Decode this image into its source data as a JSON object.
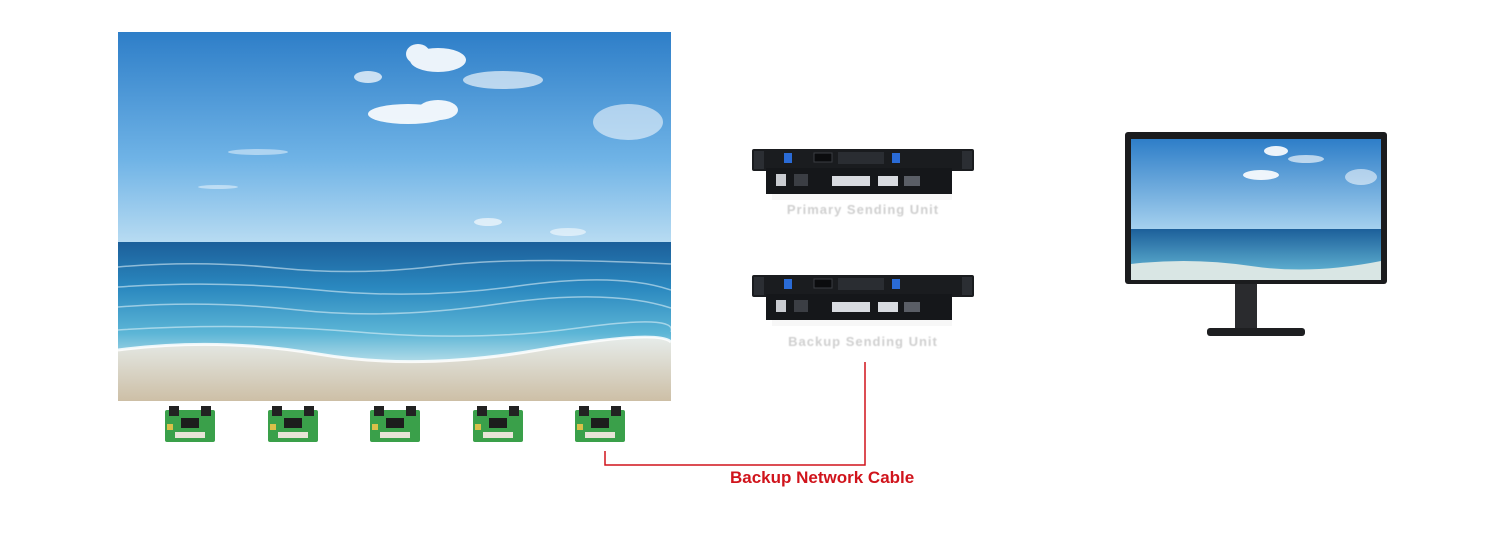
{
  "diagram": {
    "cable_label": "Backup Network Cable",
    "sending_units": [
      {
        "caption": "Primary Sending Unit",
        "role": "primary"
      },
      {
        "caption": "Backup Sending Unit",
        "role": "backup"
      }
    ],
    "receiving_card_count": 5,
    "colors": {
      "cable": "#d0141c",
      "device_body": "#1a1c1f",
      "pcb": "#3aa04a",
      "sky_top": "#2f7fc9",
      "sea": "#1f6fa8"
    },
    "icons": {
      "led_wall": "beach-scene-image",
      "receiving_card": "pcb-icon",
      "sending_unit": "rack-device-icon",
      "monitor": "monitor-icon"
    }
  }
}
